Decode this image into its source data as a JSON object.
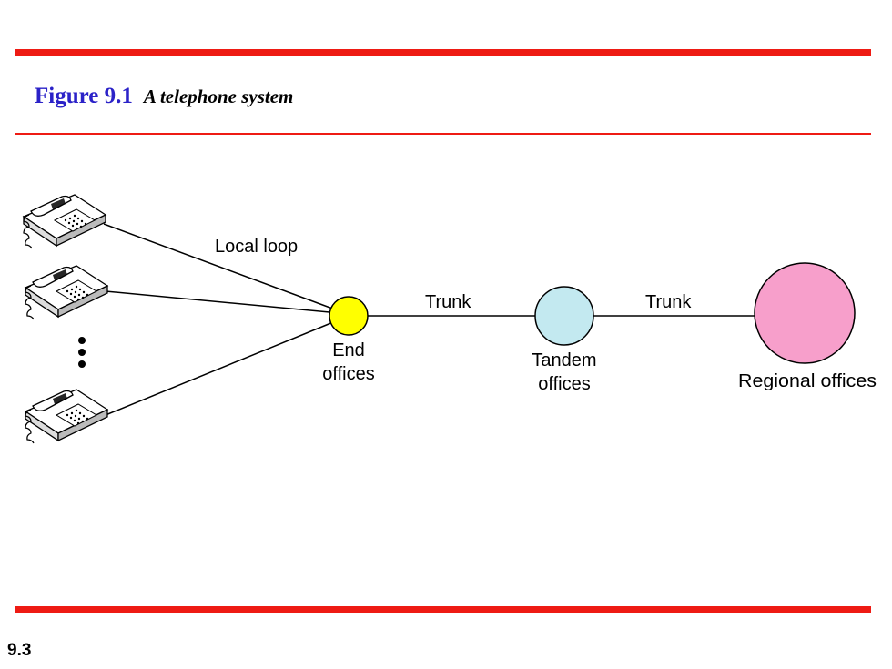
{
  "figure": {
    "number": "Figure 9.1",
    "caption": "A telephone system"
  },
  "diagram": {
    "local_loop_label": "Local loop",
    "trunk_label_1": "Trunk",
    "trunk_label_2": "Trunk",
    "end_offices": {
      "line1": "End",
      "line2": "offices",
      "color": "#ffff00"
    },
    "tandem_offices": {
      "line1": "Tandem",
      "line2": "offices",
      "color": "#c3e9f0"
    },
    "regional_offices": {
      "label": "Regional offices",
      "color": "#f79fcb"
    },
    "telephone_icons": [
      "telephone-icon",
      "telephone-icon",
      "telephone-icon"
    ],
    "ellipsis_icon": "vertical-ellipsis-icon"
  },
  "colors": {
    "accent_rule": "#ee1b14",
    "figure_number": "#2b22c8"
  },
  "footer": {
    "page_number": "9.3"
  }
}
